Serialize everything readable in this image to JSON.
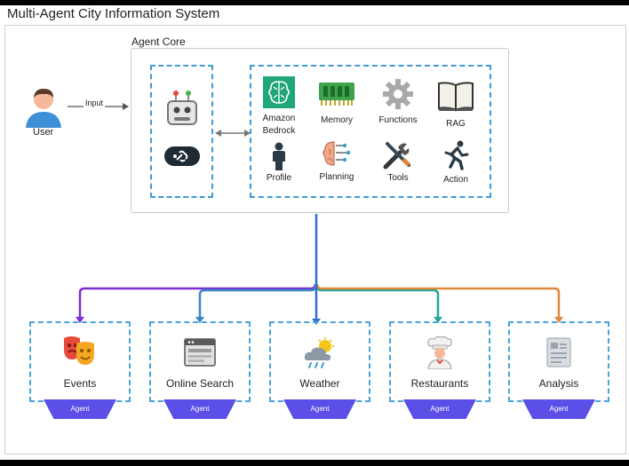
{
  "diagram": {
    "title": "Multi-Agent City Information System",
    "core_label": "Agent Core",
    "user_label": "User",
    "input_label": "Input",
    "capabilities": [
      {
        "label": "Amazon Bedrock",
        "icon": "bedrock-brain-icon"
      },
      {
        "label": "Memory",
        "icon": "memory-chip-icon"
      },
      {
        "label": "Functions",
        "icon": "gear-icon"
      },
      {
        "label": "RAG",
        "icon": "book-icon"
      },
      {
        "label": "Profile",
        "icon": "person-icon"
      },
      {
        "label": "Planning",
        "icon": "brain-icon"
      },
      {
        "label": "Tools",
        "icon": "tools-icon"
      },
      {
        "label": "Action",
        "icon": "runner-icon"
      }
    ],
    "agents": [
      {
        "label": "Events",
        "badge": "Agent",
        "icon": "theater-masks-icon",
        "color": "#7a2ed2"
      },
      {
        "label": "Online Search",
        "badge": "Agent",
        "icon": "browser-window-icon",
        "color": "#3a86c8"
      },
      {
        "label": "Weather",
        "badge": "Agent",
        "icon": "cloud-sun-icon",
        "color": "#2e6fcf"
      },
      {
        "label": "Restaurants",
        "badge": "Agent",
        "icon": "chef-icon",
        "color": "#25a59a"
      },
      {
        "label": "Analysis",
        "badge": "Agent",
        "icon": "document-icon",
        "color": "#e0883a"
      }
    ],
    "colors": {
      "dash": "#3e9bd6",
      "badge": "#5b4fe8",
      "trunk": "#2e6fcf"
    }
  }
}
